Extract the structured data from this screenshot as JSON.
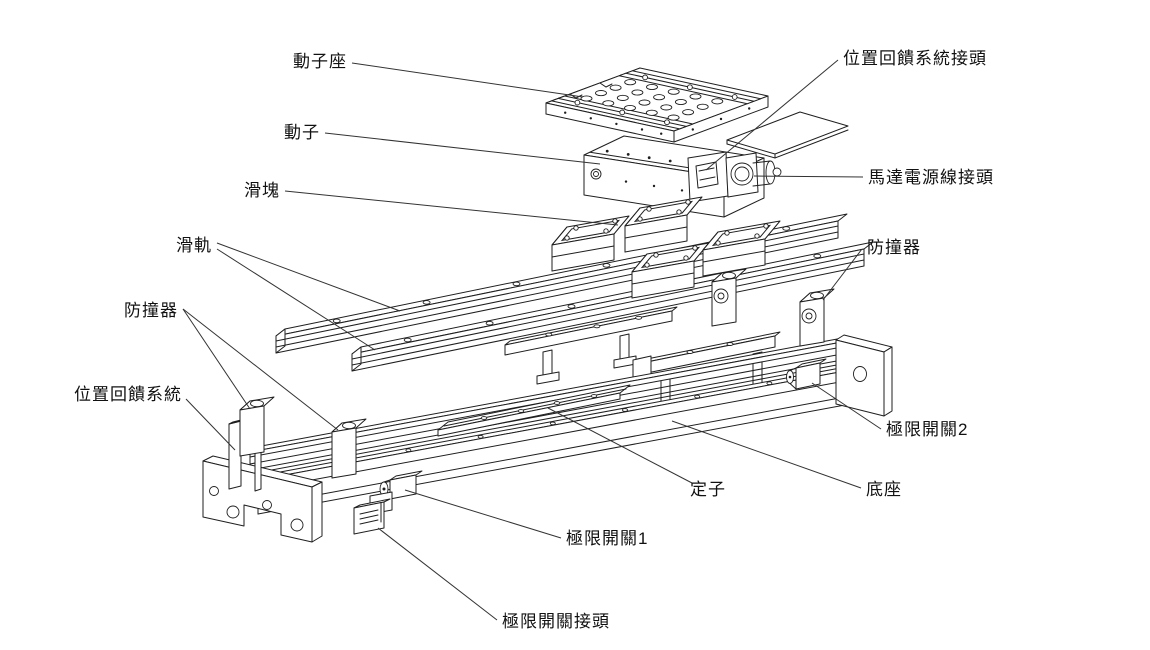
{
  "figure": {
    "description": "Exploded-view technical line drawing of a linear motor single-axis positioning stage",
    "language": "zh-TW"
  },
  "colors": {
    "background": "#ffffff",
    "line": "#1f1f1f",
    "leader": "#333333",
    "label_text": "#111111"
  },
  "labels": {
    "mover_seat": "動子座",
    "mover": "動子",
    "slider_block": "滑塊",
    "slide_rail": "滑軌",
    "bumper_left": "防撞器",
    "bumper_right": "防撞器",
    "position_feedback_system": "位置回饋系統",
    "position_feedback_connector": "位置回饋系統接頭",
    "motor_power_connector": "馬達電源線接頭",
    "limit_switch_1": "極限開關1",
    "limit_switch_2": "極限開關2",
    "limit_switch_connector": "極限開關接頭",
    "stator": "定子",
    "base": "底座"
  }
}
